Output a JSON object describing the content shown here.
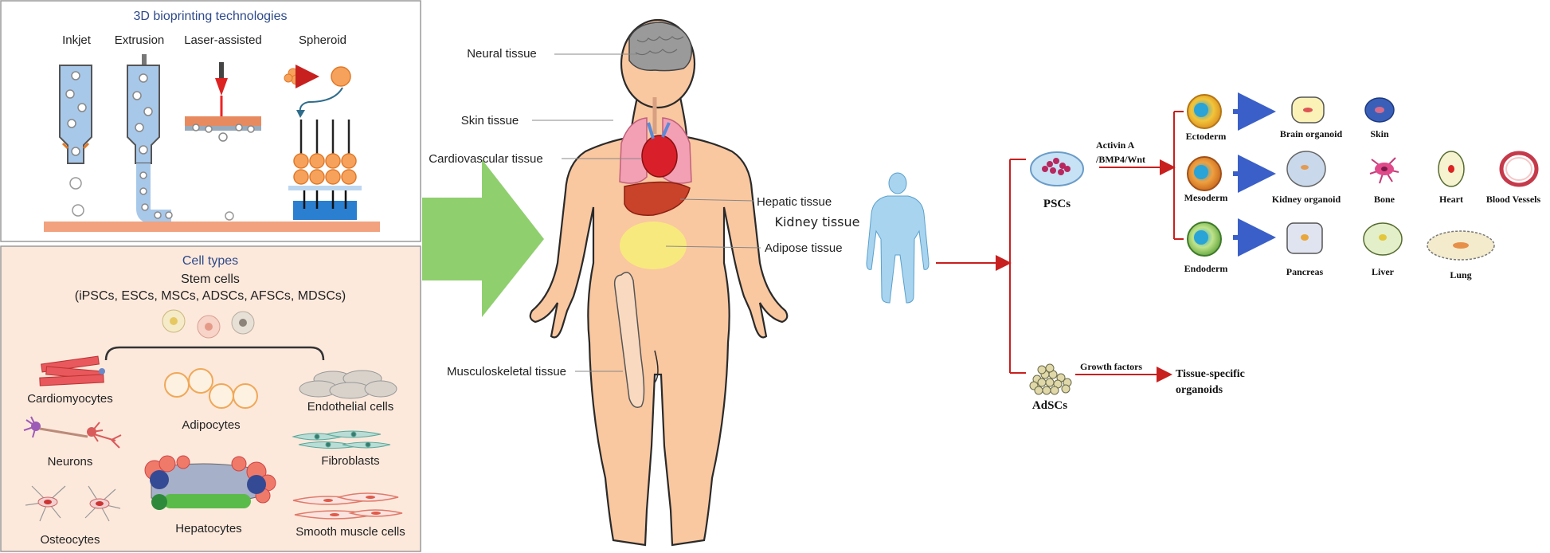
{
  "bioprinting": {
    "title": "3D bioprinting technologies",
    "methods": [
      "Inkjet",
      "Extrusion",
      "Laser-assisted",
      "Spheroid"
    ]
  },
  "cells": {
    "title": "Cell types",
    "subtitle": "Stem cells",
    "stem_list": "(iPSCs, ESCs, MSCs, ADSCs, AFSCs, MDSCs)",
    "types": [
      "Cardiomyocytes",
      "Adipocytes",
      "Endothelial cells",
      "Neurons",
      "Fibroblasts",
      "Osteocytes",
      "Hepatocytes",
      "Smooth muscle cells"
    ]
  },
  "body": {
    "tissues": [
      "Neural tissue",
      "Skin tissue",
      "Cardiovascular tissue",
      "Hepatic tissue",
      "Kidney tissue",
      "Adipose tissue",
      "Musculoskeletal tissue"
    ]
  },
  "organoids": {
    "pscs": "PSCs",
    "pscs_factors_line1": "Activin A",
    "pscs_factors_line2": "/BMP4/Wnt",
    "germ_layers": [
      "Ectoderm",
      "Mesoderm",
      "Endoderm"
    ],
    "ecto_outputs": [
      "Brain organoid",
      "Skin"
    ],
    "meso_outputs": [
      "Kidney organoid",
      "Bone",
      "Heart",
      "Blood Vessels"
    ],
    "endo_outputs": [
      "Pancreas",
      "Liver",
      "Lung"
    ],
    "adscs": "AdSCs",
    "adscs_factor": "Growth factors",
    "adscs_out_line1": "Tissue-specific",
    "adscs_out_line2": "organoids"
  },
  "colors": {
    "panel_border": "#9a9a9a",
    "title_blue": "#2e4a8a",
    "cell_panel_bg": "#fde9dc",
    "platform": "#f2a27e",
    "arrow_green": "#8fcf6e",
    "body_skin": "#f9c7a0",
    "tree_red": "#c8201f",
    "arrow_blue": "#3a5fc8"
  }
}
